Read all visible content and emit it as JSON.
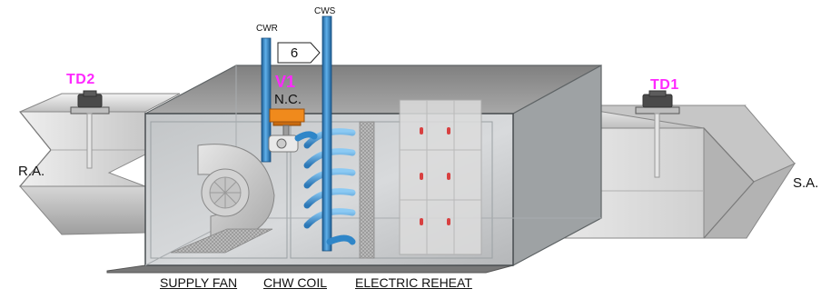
{
  "pipes": {
    "return_label": "CWR",
    "supply_label": "CWS"
  },
  "valve": {
    "tag": "V1",
    "state": "N.C.",
    "position_value": "6"
  },
  "sensors": {
    "return_tag": "TD2",
    "supply_tag": "TD1"
  },
  "ducts": {
    "return_label": "R.A.",
    "supply_label": "S.A."
  },
  "sections": {
    "fan": "SUPPLY FAN",
    "coil": "CHW COIL",
    "reheat": "ELECTRIC REHEAT"
  },
  "colors": {
    "sensor_tag": "#ff28ff",
    "pipe": "#2f86c8",
    "valve_actuator": "#f08a1c",
    "reheat_element": "#d84040"
  }
}
